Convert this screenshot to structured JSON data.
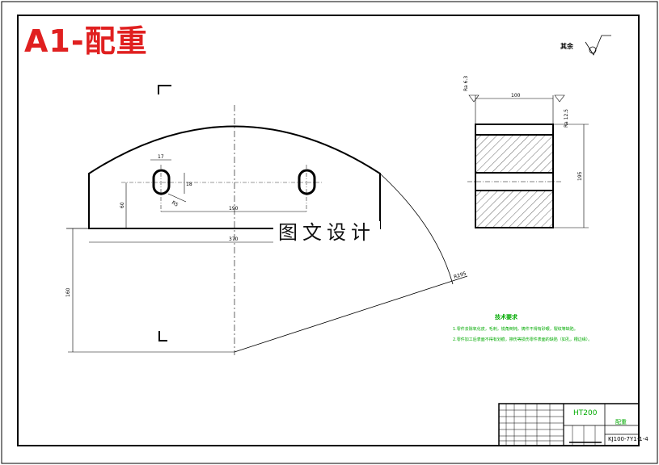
{
  "title": "A1-配重",
  "watermark": "图文设计",
  "roughness": {
    "text": "其余"
  },
  "dimensions": {
    "slot_width": "17",
    "slot_height": "18",
    "slot_angle": "R5",
    "slot_height_pos": "60",
    "hole_spacing": "190",
    "base_width": "370",
    "radius_height": "160",
    "arc_radius": "R295",
    "side_width": "100",
    "side_height": "195",
    "rough_left": "Ra 6.3",
    "rough_right": "Ra 12.5"
  },
  "tech": {
    "title": "技术要求",
    "line1": "1.零件去除氧化皮，毛刺，锐角倒钝，铸件不得有砂眼，裂纹等缺陷。",
    "line2": "2.零件加工后表面不得有划痕，擦伤等损伤零件表面的缺陷（如孔，槽边缘）。"
  },
  "title_block": {
    "material": "HT200",
    "part_name": "配重",
    "drawing_number": "KJ100-7Y1-1-4"
  }
}
